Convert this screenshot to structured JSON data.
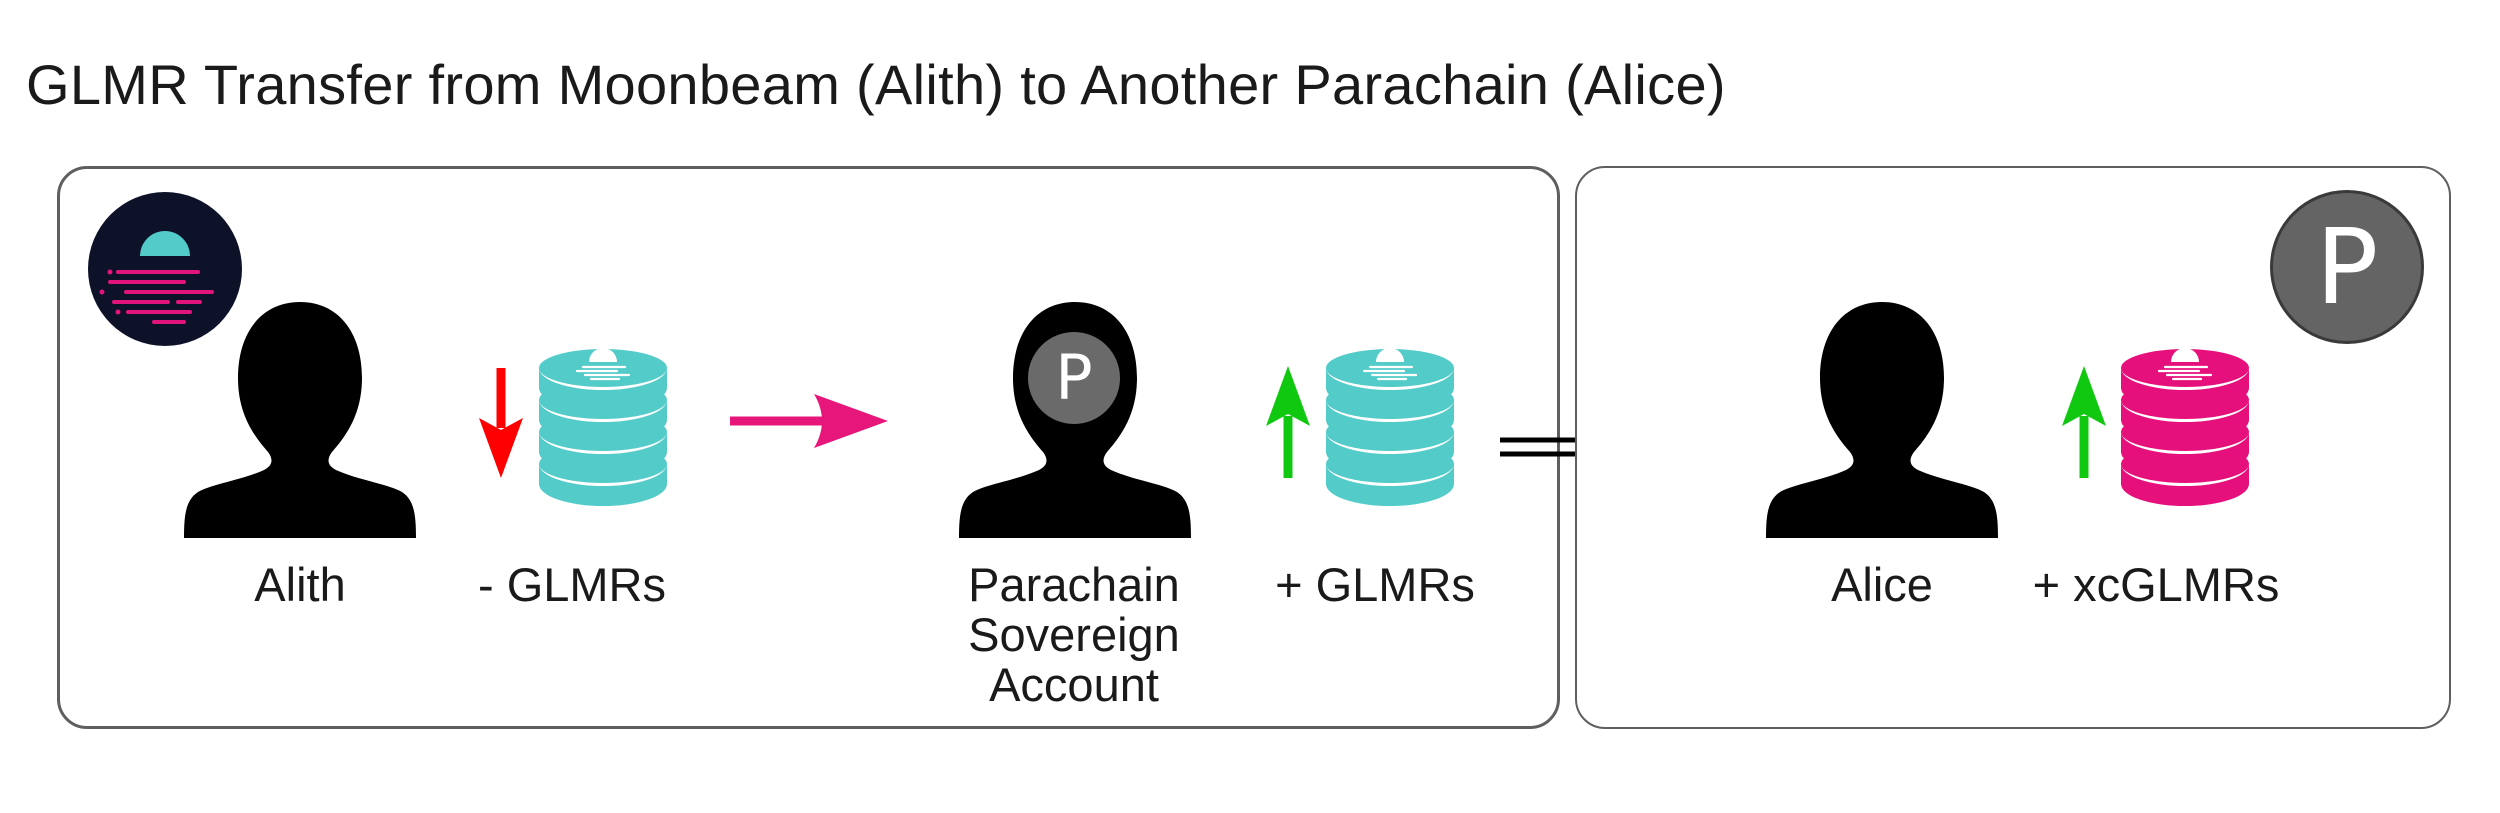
{
  "title": "GLMR Transfer from Moonbeam (Alith) to Another Parachain (Alice)",
  "moonbeam_panel": {
    "logo_icon": "moonbeam-logo-icon",
    "alith": {
      "label": "Alith",
      "icon": "user-silhouette-icon"
    },
    "debit": {
      "label": "- GLMRs",
      "arrow": "down-arrow-icon",
      "arrow_color": "#ff0000",
      "coin_color": "#53cbc9"
    },
    "transfer_arrow_color": "#e6167a",
    "sovereign": {
      "label_lines": [
        "Parachain",
        "Sovereign",
        "Account"
      ],
      "badge_text": "P",
      "icon": "user-silhouette-icon"
    },
    "credit": {
      "label": "+ GLMRs",
      "arrow": "up-arrow-icon",
      "arrow_color": "#11c811",
      "coin_color": "#53cbc9"
    }
  },
  "parachain_panel": {
    "logo_text": "P",
    "alice": {
      "label": "Alice",
      "icon": "user-silhouette-icon"
    },
    "credit": {
      "label": "+ xcGLMRs",
      "arrow": "up-arrow-icon",
      "arrow_color": "#11c811",
      "coin_color": "#e6107d"
    }
  },
  "xcm_arrow_icon": "double-line-arrow-icon"
}
